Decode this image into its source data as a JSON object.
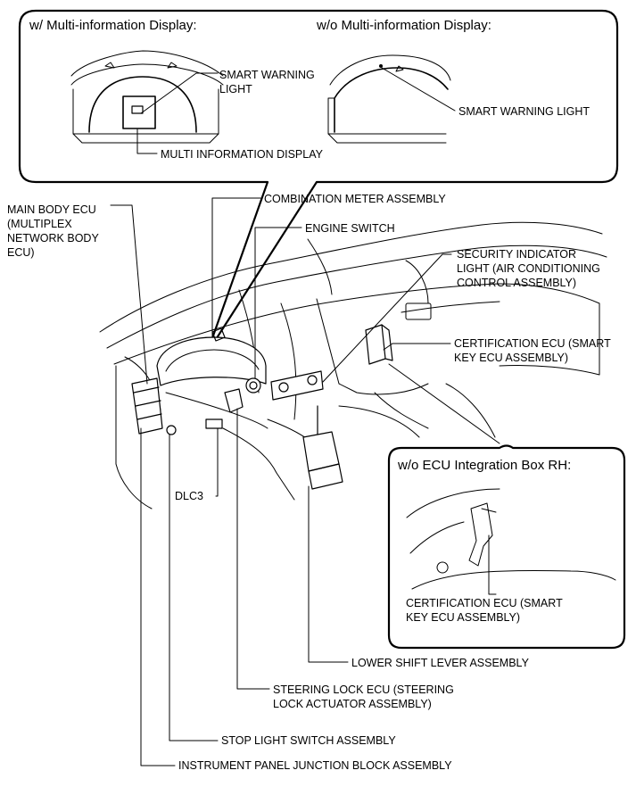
{
  "callout_top": {
    "left_header": "w/ Multi-information Display:",
    "right_header": "w/o Multi-information Display:",
    "smart_warning_light_left": "SMART WARNING\nLIGHT",
    "smart_warning_light_right": "SMART WARNING LIGHT",
    "multi_information_display": "MULTI INFORMATION DISPLAY"
  },
  "labels": {
    "main_body_ecu": "MAIN BODY ECU\n(MULTIPLEX\nNETWORK BODY\nECU)",
    "combination_meter": "COMBINATION METER ASSEMBLY",
    "engine_switch": "ENGINE SWITCH",
    "security_indicator": "SECURITY INDICATOR\nLIGHT (AIR CONDITIONING\nCONTROL ASSEMBLY)",
    "certification_ecu": "CERTIFICATION ECU (SMART\nKEY ECU ASSEMBLY)",
    "dlc3": "DLC3",
    "lower_shift_lever": "LOWER SHIFT LEVER ASSEMBLY",
    "steering_lock_ecu": "STEERING LOCK ECU (STEERING\nLOCK ACTUATOR ASSEMBLY)",
    "stop_light_switch": "STOP LIGHT SWITCH ASSEMBLY",
    "instrument_panel_jb": "INSTRUMENT PANEL JUNCTION BLOCK ASSEMBLY"
  },
  "callout_bottom": {
    "header": "w/o ECU Integration Box RH:",
    "certification_ecu": "CERTIFICATION ECU (SMART\nKEY ECU ASSEMBLY)"
  }
}
